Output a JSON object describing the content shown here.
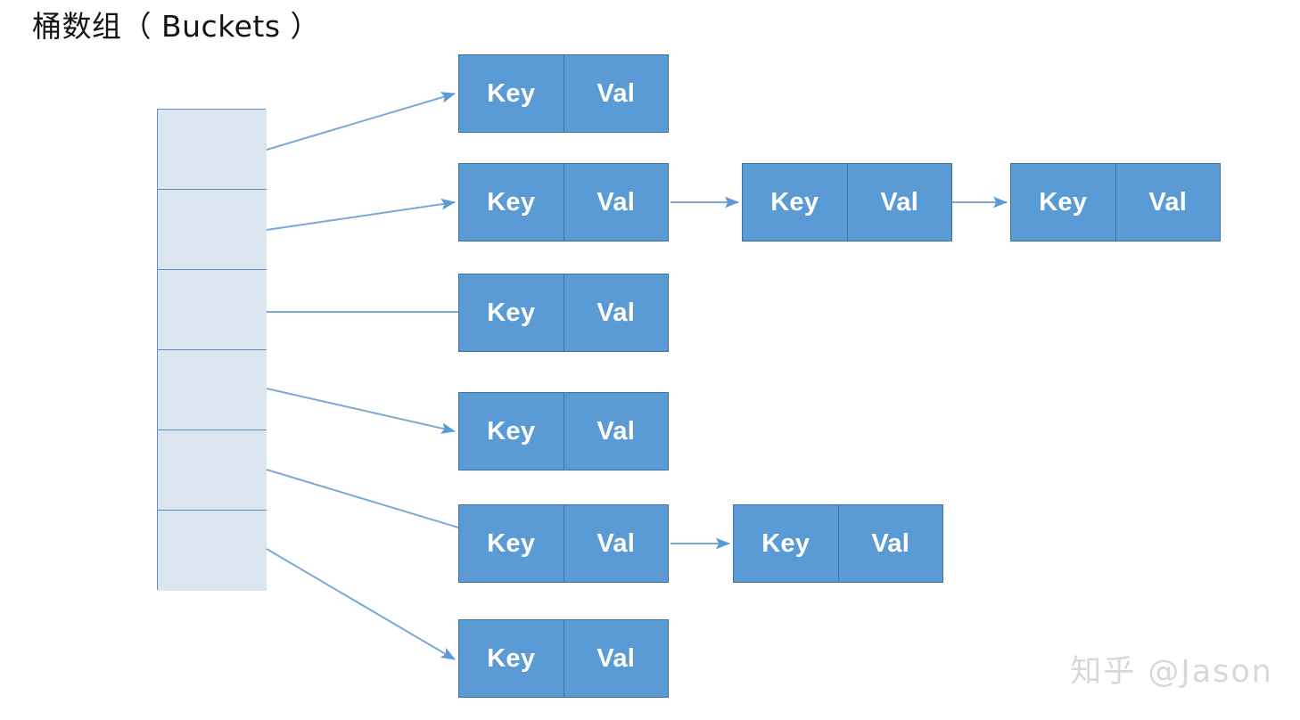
{
  "diagram": {
    "title": "桶数组（ Buckets ）",
    "watermark": "知乎 @Jason",
    "colors": {
      "bucket_fill": "#dce6f1",
      "bucket_border": "#5e8fbf",
      "node_fill": "#5b9bd5",
      "node_border": "#41719c",
      "node_text": "#ffffff",
      "arrow": "#7aa9d8",
      "title_text": "#141414",
      "watermark_text": "#d8d8d8",
      "background": "#ffffff"
    },
    "labels": {
      "key": "Key",
      "val": "Val"
    },
    "buckets": [
      {
        "index": 0,
        "chain_length": 1
      },
      {
        "index": 1,
        "chain_length": 3
      },
      {
        "index": 2,
        "chain_length": 1
      },
      {
        "index": 3,
        "chain_length": 1
      },
      {
        "index": 4,
        "chain_length": 2
      },
      {
        "index": 5,
        "chain_length": 1
      }
    ],
    "chains": [
      {
        "row": 0,
        "nodes": [
          {
            "key": "Key",
            "val": "Val"
          }
        ]
      },
      {
        "row": 1,
        "nodes": [
          {
            "key": "Key",
            "val": "Val"
          },
          {
            "key": "Key",
            "val": "Val"
          },
          {
            "key": "Key",
            "val": "Val"
          }
        ]
      },
      {
        "row": 2,
        "nodes": [
          {
            "key": "Key",
            "val": "Val"
          }
        ]
      },
      {
        "row": 3,
        "nodes": [
          {
            "key": "Key",
            "val": "Val"
          }
        ]
      },
      {
        "row": 4,
        "nodes": [
          {
            "key": "Key",
            "val": "Val"
          },
          {
            "key": "Key",
            "val": "Val"
          }
        ]
      },
      {
        "row": 5,
        "nodes": [
          {
            "key": "Key",
            "val": "Val"
          }
        ]
      }
    ]
  }
}
